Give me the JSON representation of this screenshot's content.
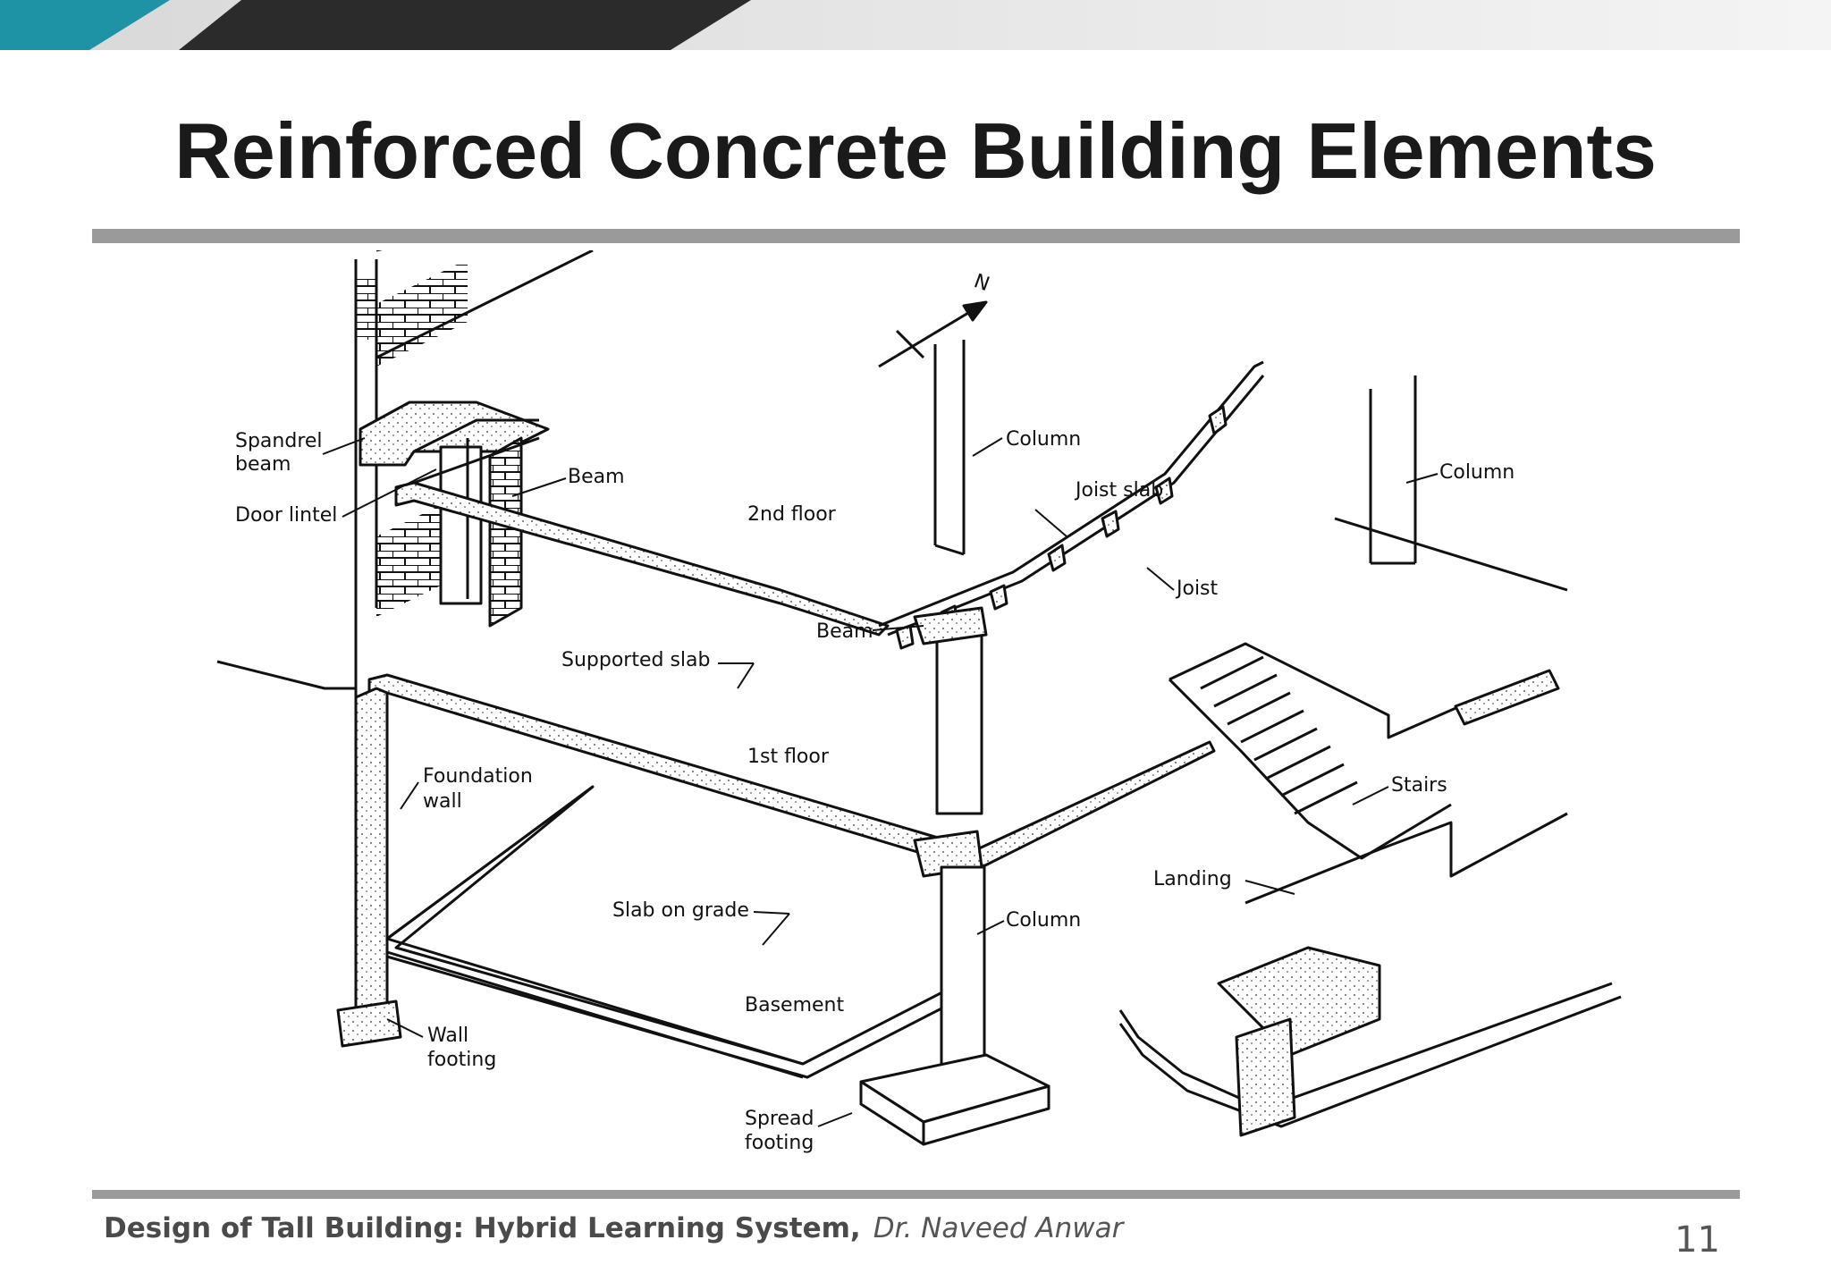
{
  "slide": {
    "title": "Reinforced Concrete Building Elements",
    "page_number": "11"
  },
  "footer": {
    "course": "Design of Tall Building: Hybrid Learning System,",
    "author": "Dr. Naveed Anwar"
  },
  "diagram": {
    "north_label": "N",
    "labels": {
      "spandrel_1": "Spandrel",
      "spandrel_2": "beam",
      "door_lintel": "Door lintel",
      "beam_upper": "Beam",
      "second_floor": "2nd floor",
      "column_top": "Column",
      "joist_slab": "Joist slab",
      "column_right": "Column",
      "joist": "Joist",
      "beam_mid": "Beam",
      "supported_slab": "Supported slab",
      "first_floor": "1st floor",
      "foundation_1": "Foundation",
      "foundation_2": "wall",
      "stairs": "Stairs",
      "landing": "Landing",
      "slab_on_grade": "Slab on grade",
      "column_bottom": "Column",
      "basement": "Basement",
      "wall_footing_1": "Wall",
      "wall_footing_2": "footing",
      "spread_footing_1": "Spread",
      "spread_footing_2": "footing"
    }
  },
  "colors": {
    "teal_accent": "#1f93a6",
    "dark_band": "#2b2b2b",
    "rule_gray": "#9a9a9a",
    "title_text": "#1a1a1a"
  }
}
